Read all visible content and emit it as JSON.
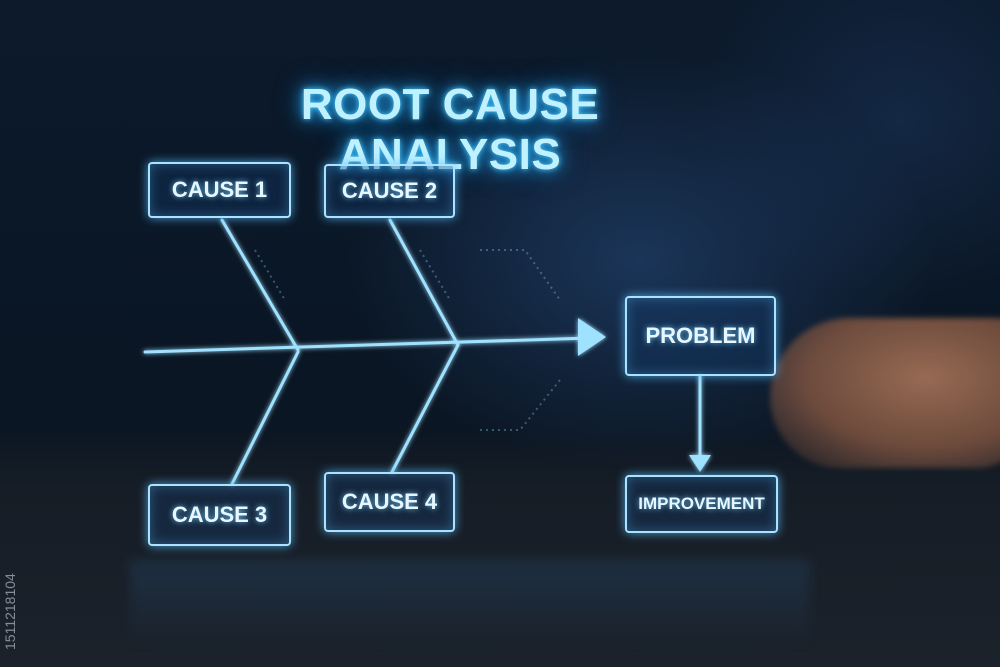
{
  "title": "ROOT CAUSE ANALYSIS",
  "causes": [
    "CAUSE 1",
    "CAUSE 2",
    "CAUSE 3",
    "CAUSE 4"
  ],
  "problem": "PROBLEM",
  "improvement": "IMPROVEMENT",
  "side_text": "1511218104",
  "colors": {
    "glow": "#4fd0ff",
    "line": "#9fe2ff"
  }
}
